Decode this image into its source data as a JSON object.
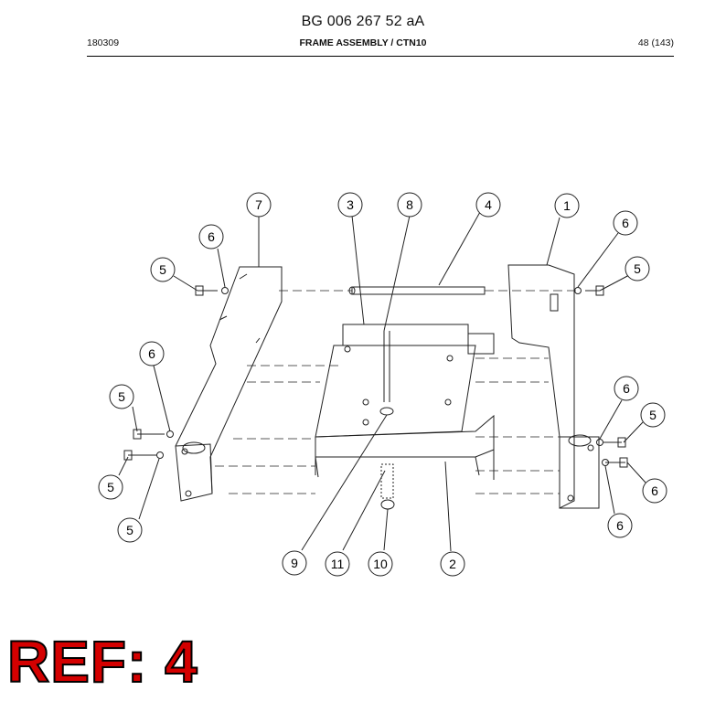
{
  "header": {
    "doc_title": "BG 006 267 52 aA",
    "date_code": "180309",
    "section_title": "FRAME ASSEMBLY / CTN10",
    "page_number": "48 (143)"
  },
  "callouts": [
    {
      "id": "c-7",
      "label": "7"
    },
    {
      "id": "c-3",
      "label": "3"
    },
    {
      "id": "c-8",
      "label": "8"
    },
    {
      "id": "c-4",
      "label": "4"
    },
    {
      "id": "c-1",
      "label": "1"
    },
    {
      "id": "c-6a",
      "label": "6"
    },
    {
      "id": "c-6b",
      "label": "6"
    },
    {
      "id": "c-5a",
      "label": "5"
    },
    {
      "id": "c-5b",
      "label": "5"
    },
    {
      "id": "c-6c",
      "label": "6"
    },
    {
      "id": "c-5c",
      "label": "5"
    },
    {
      "id": "c-6d",
      "label": "6"
    },
    {
      "id": "c-5d",
      "label": "5"
    },
    {
      "id": "c-5e",
      "label": "5"
    },
    {
      "id": "c-6e",
      "label": "6"
    },
    {
      "id": "c-5f",
      "label": "5"
    },
    {
      "id": "c-6f",
      "label": "6"
    },
    {
      "id": "c-9",
      "label": "9"
    },
    {
      "id": "c-11",
      "label": "11"
    },
    {
      "id": "c-10",
      "label": "10"
    },
    {
      "id": "c-2",
      "label": "2"
    }
  ],
  "ref": {
    "text": "REF: 4",
    "color": "#d40000"
  }
}
